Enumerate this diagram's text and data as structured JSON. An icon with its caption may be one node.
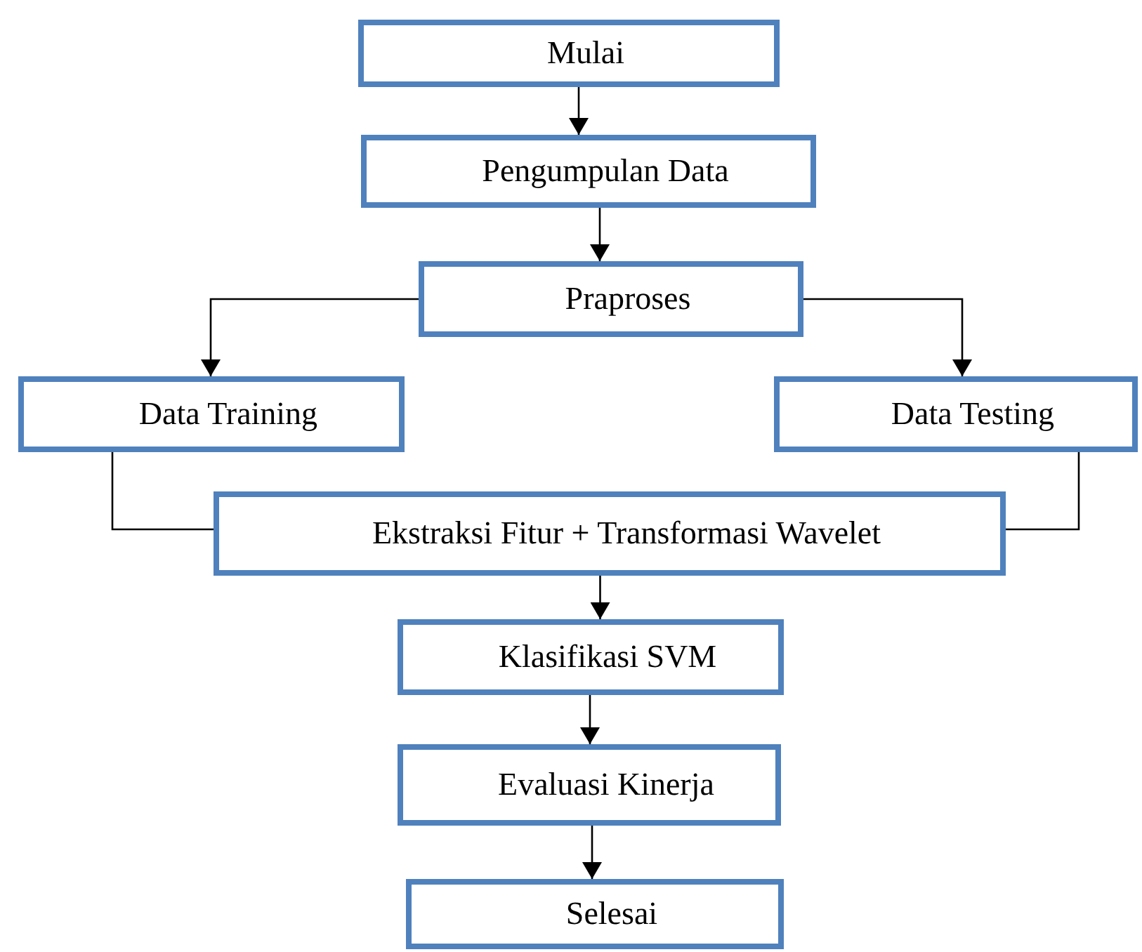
{
  "diagram": {
    "nodes": [
      {
        "text": [
          "Mulai"
        ]
      },
      {
        "text": [
          "Pengumpulan Data"
        ]
      },
      {
        "text": [
          "Praproses"
        ]
      },
      {
        "text": [
          "Data Training"
        ]
      },
      {
        "text": [
          "Data Testing"
        ]
      },
      {
        "text": [
          "Ekstraksi Fitur + Transformasi Wavelet"
        ]
      },
      {
        "text": [
          "Klasifikasi SVM"
        ]
      },
      {
        "text": [
          "Evaluasi Kinerja"
        ]
      },
      {
        "text": [
          "Selesai"
        ]
      }
    ],
    "edges": [
      {
        "from": 0,
        "to": 1,
        "arrow": "to"
      },
      {
        "from": 1,
        "to": 2,
        "arrow": "to"
      },
      {
        "from": 2,
        "to": 3,
        "arrow": "to"
      },
      {
        "from": 2,
        "to": 4,
        "arrow": "to"
      },
      {
        "from": 3,
        "to": 5,
        "arrow": "none"
      },
      {
        "from": 4,
        "to": 5,
        "arrow": "none"
      },
      {
        "from": 5,
        "to": 6,
        "arrow": "to"
      },
      {
        "from": 6,
        "to": 7,
        "arrow": "to"
      },
      {
        "from": 7,
        "to": 8,
        "arrow": "to"
      }
    ]
  }
}
